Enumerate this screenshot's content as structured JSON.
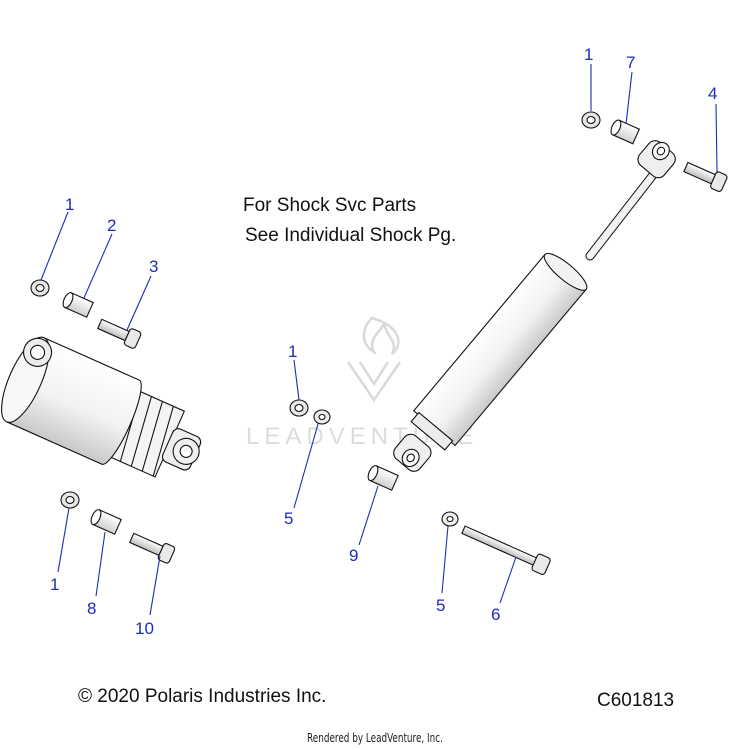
{
  "note": {
    "line1": "For Shock Svc Parts",
    "line2": "See Individual Shock Pg."
  },
  "footer": {
    "copyright": "© 2020 Polaris Industries Inc.",
    "drawing_code": "C601813",
    "rendered_by": "Rendered by LeadVenture, Inc."
  },
  "watermark": {
    "text": "LEADVENTURE"
  },
  "callouts": {
    "c1a": "1",
    "c2": "2",
    "c3": "3",
    "c1b": "1",
    "c8": "8",
    "c10": "10",
    "c1c": "1",
    "c5a": "5",
    "c9": "9",
    "c5b": "5",
    "c6": "6",
    "c1d": "1",
    "c7": "7",
    "c4": "4"
  },
  "colors": {
    "callout": "#1f2bb8",
    "line": "#111111",
    "watermark": "#d9d9d9"
  }
}
